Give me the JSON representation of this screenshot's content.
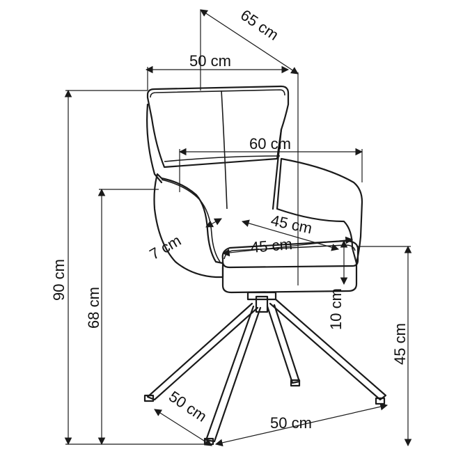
{
  "dimensions": {
    "depth_top": "65 cm",
    "width_back": "50 cm",
    "width_arms": "60 cm",
    "armrest_width": "7 cm",
    "seat_depth": "45 cm",
    "seat_width": "45 cm",
    "total_height": "90 cm",
    "armrest_height": "68 cm",
    "seat_thickness": "10 cm",
    "seat_height": "45 cm",
    "base_depth": "50 cm",
    "base_width": "50 cm"
  }
}
